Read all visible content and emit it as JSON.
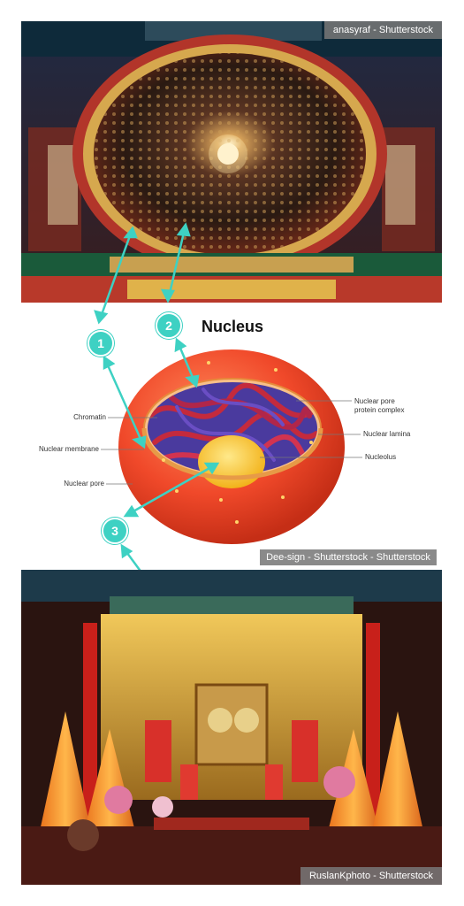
{
  "top_photo": {
    "credit": "anasyraf - Shutterstock"
  },
  "diagram": {
    "title": "Nucleus",
    "credit": "Dee-sign - Shutterstock - Shutterstock",
    "labels_left": [
      "Chromatin",
      "Nuclear membrane",
      "Nuclear pore"
    ],
    "labels_right": [
      "Nuclear pore protein complex",
      "Nuclear lamina",
      "Nucleolus"
    ]
  },
  "bottom_photo": {
    "credit": "RuslanKphoto - Shutterstock"
  },
  "markers": [
    "1",
    "2",
    "3"
  ],
  "colors": {
    "accent": "#3ed1c3",
    "sphere": "#f0492a",
    "chromatin": "#c42a3d",
    "lamina": "#4a3a9e",
    "nucleolus": "#f8c021"
  }
}
